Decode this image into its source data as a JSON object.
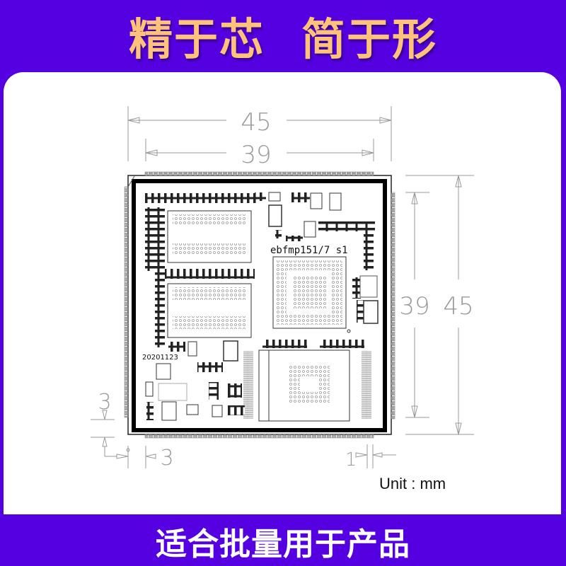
{
  "header": {
    "left_text": "精于芯",
    "right_text": "简于形",
    "color": "#ffc27a"
  },
  "theme": {
    "background": "#5500e0",
    "panel": "#ffffff"
  },
  "drawing": {
    "dimensions": {
      "outer_width": "45",
      "inner_width": "39",
      "inner_height": "39",
      "outer_height": "45",
      "edge_margin_vertical": "3",
      "edge_margin_horizontal": "3",
      "pad_offset": "1"
    },
    "silkscreen": {
      "board_label": "ebfmp151/7 s1",
      "date_code": "20201123"
    },
    "unit_label": "Unit : mm"
  },
  "footer": {
    "text": "适合批量用于产品"
  }
}
